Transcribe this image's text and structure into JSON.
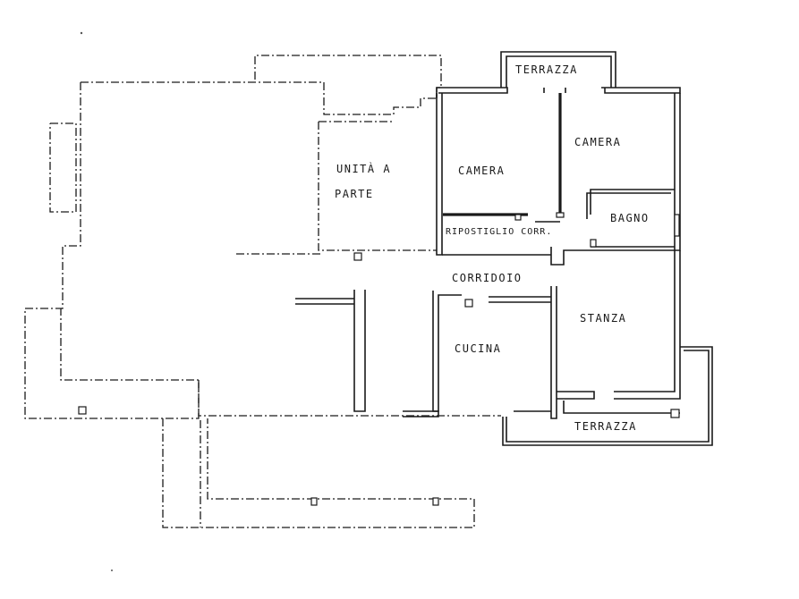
{
  "floorplan": {
    "rooms": {
      "terrazza_top": "TERRAZZA",
      "camera_right": "CAMERA",
      "unita_line1": "UNITÀ A",
      "unita_line2": "PARTE",
      "camera_center": "CAMERA",
      "bagno": "BAGNO",
      "ripostiglio": "RIPOSTIGLIO CORR.",
      "corridoio": "CORRIDOIO",
      "stanza": "STANZA",
      "cucina": "CUCINA",
      "terrazza_bottom": "TERRAZZA"
    }
  }
}
